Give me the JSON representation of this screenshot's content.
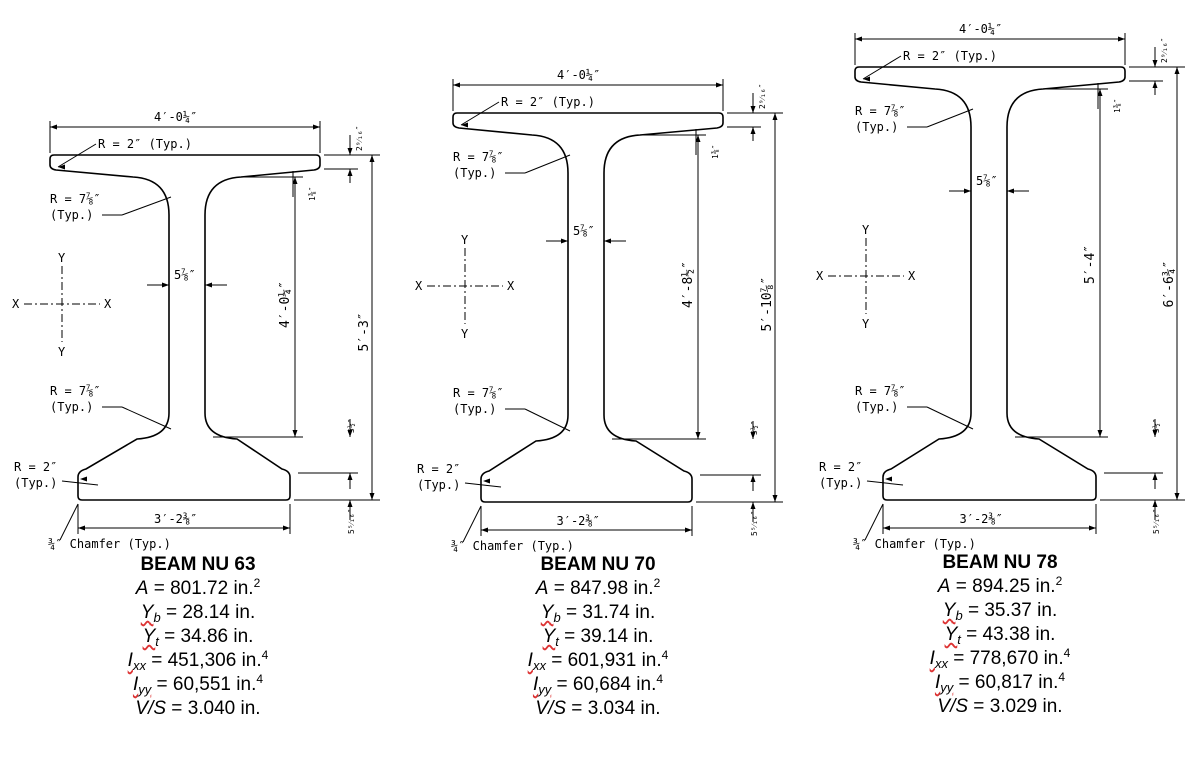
{
  "beams": [
    {
      "title": "BEAM NU 63",
      "area": "801.72",
      "yb": "28.14",
      "yt": "34.86",
      "ixx": "451,306",
      "iyy": "60,551",
      "vs": "3.040",
      "web_height": "4′-0¼″",
      "total_height": "5′-3″"
    },
    {
      "title": "BEAM NU 70",
      "area": "847.98",
      "yb": "31.74",
      "yt": "39.14",
      "ixx": "601,931",
      "iyy": "60,684",
      "vs": "3.034",
      "web_height": "4′-8½″",
      "total_height": "5′-10⅞″"
    },
    {
      "title": "BEAM NU 78",
      "area": "894.25",
      "yb": "35.37",
      "yt": "43.38",
      "ixx": "778,670",
      "iyy": "60,817",
      "vs": "3.029",
      "web_height": "5′-4″",
      "total_height": "6′-6¾″"
    }
  ],
  "common": {
    "top_width": "4′-0¼″",
    "bottom_width": "3′-2⅜″",
    "web_thickness": "5⅞″",
    "top_fillet": "R = 2″ (Typ.)",
    "web_fillet_r": "R = 7⅞″",
    "typ": "(Typ.)",
    "bottom_fillet_r": "R = 2″",
    "chamfer": "¾″ Chamfer (Typ.)",
    "top_flange_thk": "2⁹⁄₁₆″",
    "top_taper": "1⅜″",
    "bottom_taper": "5½″",
    "bottom_flange_thk": "5⁵⁄₁₆″",
    "axis_x": "X",
    "axis_y": "Y"
  },
  "labels": {
    "area": "A",
    "yb": "Y",
    "yb_sub": "b",
    "yt": "Y",
    "yt_sub": "t",
    "ixx": "I",
    "ixx_sub": "xx",
    "iyy": "I",
    "iyy_sub": "yy",
    "vs": "V/S",
    "unit_len": "in.",
    "unit_area_exp": "2",
    "unit_inertia_exp": "4"
  }
}
